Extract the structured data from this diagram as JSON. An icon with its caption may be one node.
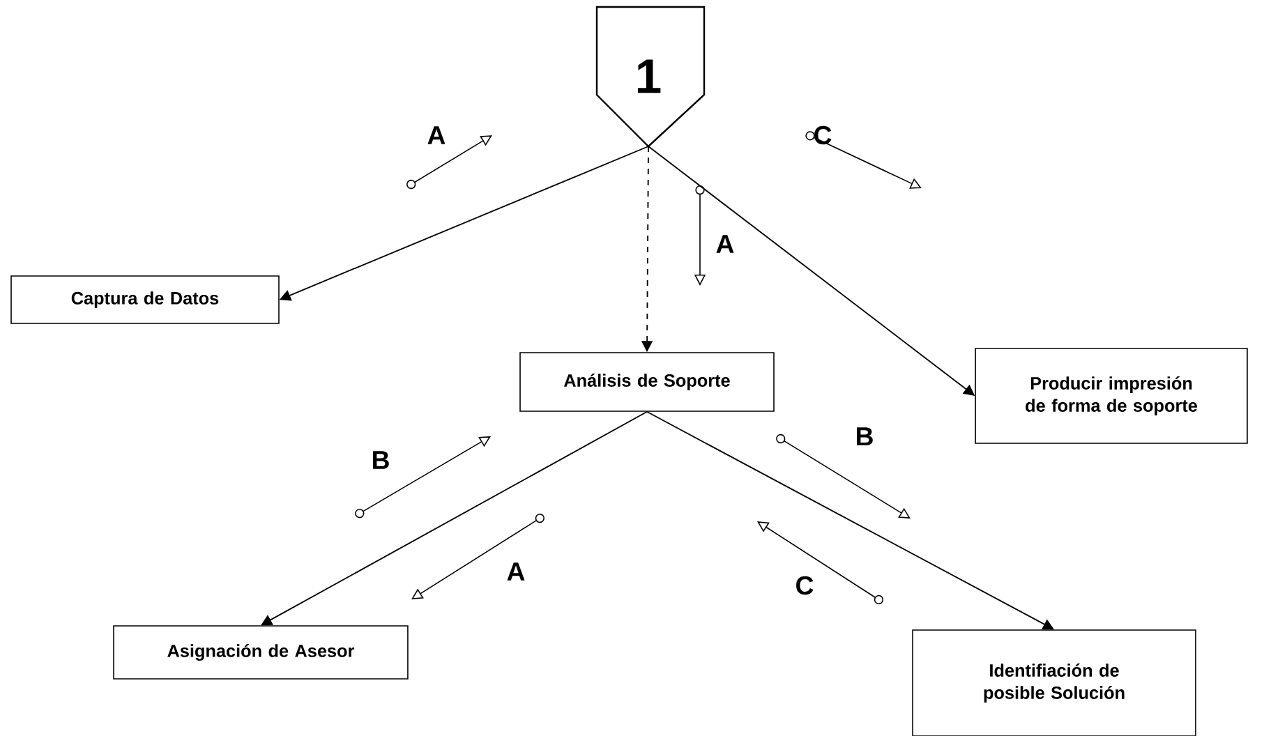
{
  "diagram": {
    "nodes": [
      {
        "text": [
          "1"
        ]
      },
      {
        "text": [
          "Captura de Datos"
        ]
      },
      {
        "text": [
          "Producir impresión de forma de soporte"
        ]
      },
      {
        "text": [
          "Análisis de Soporte"
        ]
      },
      {
        "text": [
          "Asignación de Asesor"
        ]
      },
      {
        "text": [
          "Identifiación de posible Solución"
        ]
      }
    ],
    "edges": [
      {
        "from": 0,
        "to": 1,
        "arrow": "to"
      },
      {
        "from": 0,
        "to": 2,
        "arrow": "to"
      },
      {
        "from": 0,
        "to": 3,
        "arrow": "to",
        "style": "dashed"
      },
      {
        "from": 3,
        "to": 4,
        "arrow": "to"
      },
      {
        "from": 3,
        "to": 5,
        "arrow": "to"
      }
    ],
    "labels": [
      "A",
      "C",
      "A",
      "B",
      "B",
      "A",
      "C"
    ]
  }
}
